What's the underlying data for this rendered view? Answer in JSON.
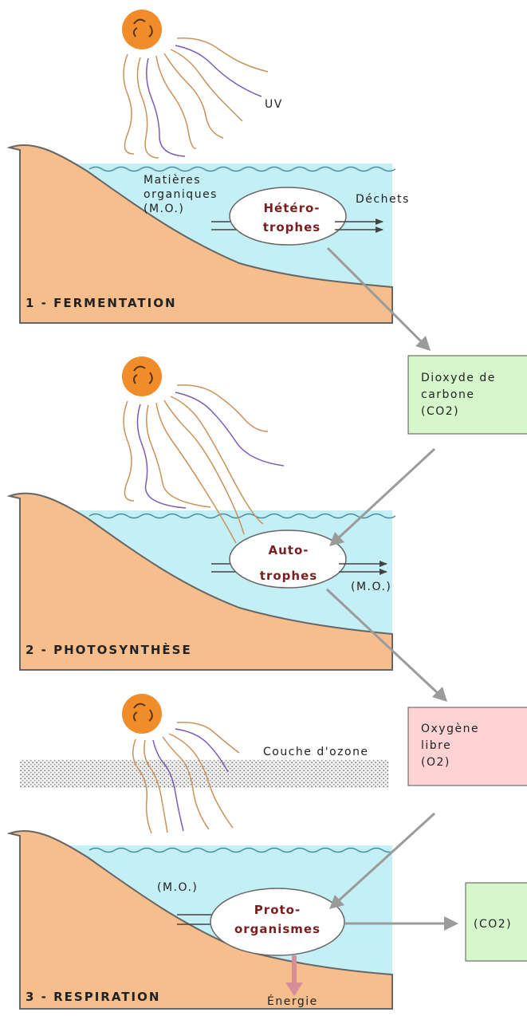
{
  "colors": {
    "land": "#f5be8c",
    "land_stroke": "#666666",
    "water": "#c3eff5",
    "water_line": "#4a8fa3",
    "sun": "#f08c2a",
    "ray_orange": "#c9925a",
    "ray_purple": "#7a5bb5",
    "cell_fill": "#ffffff",
    "co2_box": "#d6f6cb",
    "o2_box": "#ffd3d3",
    "flow_arrow": "#9b9b9b",
    "energy_arrow": "#d68f99"
  },
  "icons": {
    "sun": "sun-icon",
    "ozone": "ozone-layer-band"
  },
  "uv_label": "UV",
  "panels": [
    {
      "title": "1 - FERMENTATION",
      "input_label_lines": [
        "Matières",
        "organiques",
        "(M.O.)"
      ],
      "cell_lines": [
        "Hétéro-",
        "trophes"
      ],
      "output_label": "Déchets"
    },
    {
      "title": "2 - PHOTOSYNTHÈSE",
      "cell_lines": [
        "Auto-",
        "trophes"
      ],
      "output_label": "(M.O.)"
    },
    {
      "title": "3 - RESPIRATION",
      "input_label": "(M.O.)",
      "cell_lines": [
        "Proto-",
        "organismes"
      ],
      "energy_label": "Énergie"
    }
  ],
  "ozone_label": "Couche d'ozone",
  "boxes": {
    "co2_lines": [
      "Dioxyde de",
      "carbone",
      "(CO2)"
    ],
    "o2_lines": [
      "Oxygène",
      "libre",
      "(O2)"
    ],
    "co2_out": "(CO2)"
  }
}
